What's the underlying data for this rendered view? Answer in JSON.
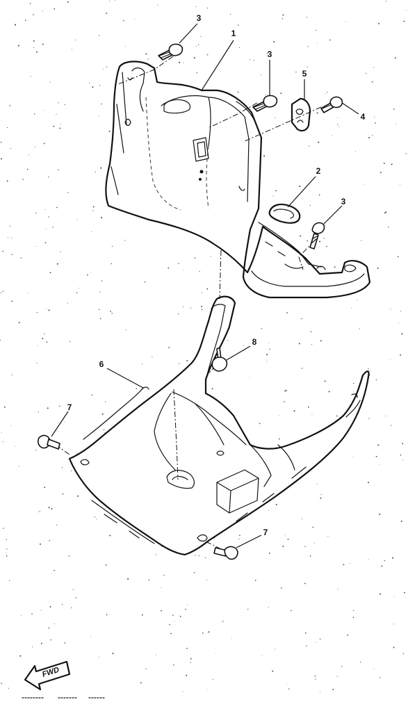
{
  "callouts": [
    {
      "id": "1",
      "label": "1"
    },
    {
      "id": "2",
      "label": "2"
    },
    {
      "id": "3a",
      "label": "3"
    },
    {
      "id": "3b",
      "label": "3"
    },
    {
      "id": "3c",
      "label": "3"
    },
    {
      "id": "4",
      "label": "4"
    },
    {
      "id": "5",
      "label": "5"
    },
    {
      "id": "6",
      "label": "6"
    },
    {
      "id": "7a",
      "label": "7"
    },
    {
      "id": "7b",
      "label": "7"
    },
    {
      "id": "8",
      "label": "8"
    }
  ],
  "direction_marker": {
    "text": "FWD"
  },
  "colors": {
    "ink": "#111111",
    "paper": "#ffffff"
  }
}
